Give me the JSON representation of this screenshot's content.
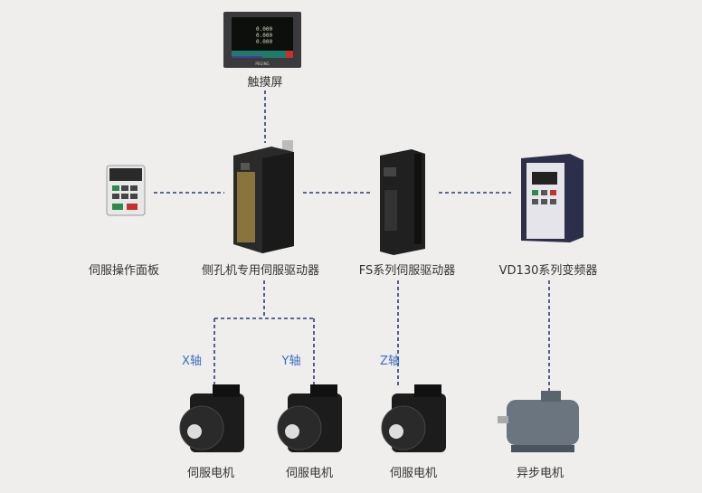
{
  "devices": {
    "touchscreen": "触摸屏",
    "panel": "伺服操作面板",
    "side_driver": "侧孔机专用伺服驱动器",
    "fs_driver": "FS系列伺服驱动器",
    "vfd": "VD130系列变频器"
  },
  "axes": [
    "X轴",
    "Y轴",
    "Z轴"
  ],
  "motors": [
    "伺服电机",
    "伺服电机",
    "伺服电机",
    "异步电机"
  ],
  "screen": {
    "readouts": [
      "0.000",
      "0.000",
      "0.000"
    ],
    "brand": "PEGING"
  },
  "colors": {
    "line": "#2c3e73",
    "axis_label": "#3b6fc2",
    "background": "#efeeec"
  }
}
